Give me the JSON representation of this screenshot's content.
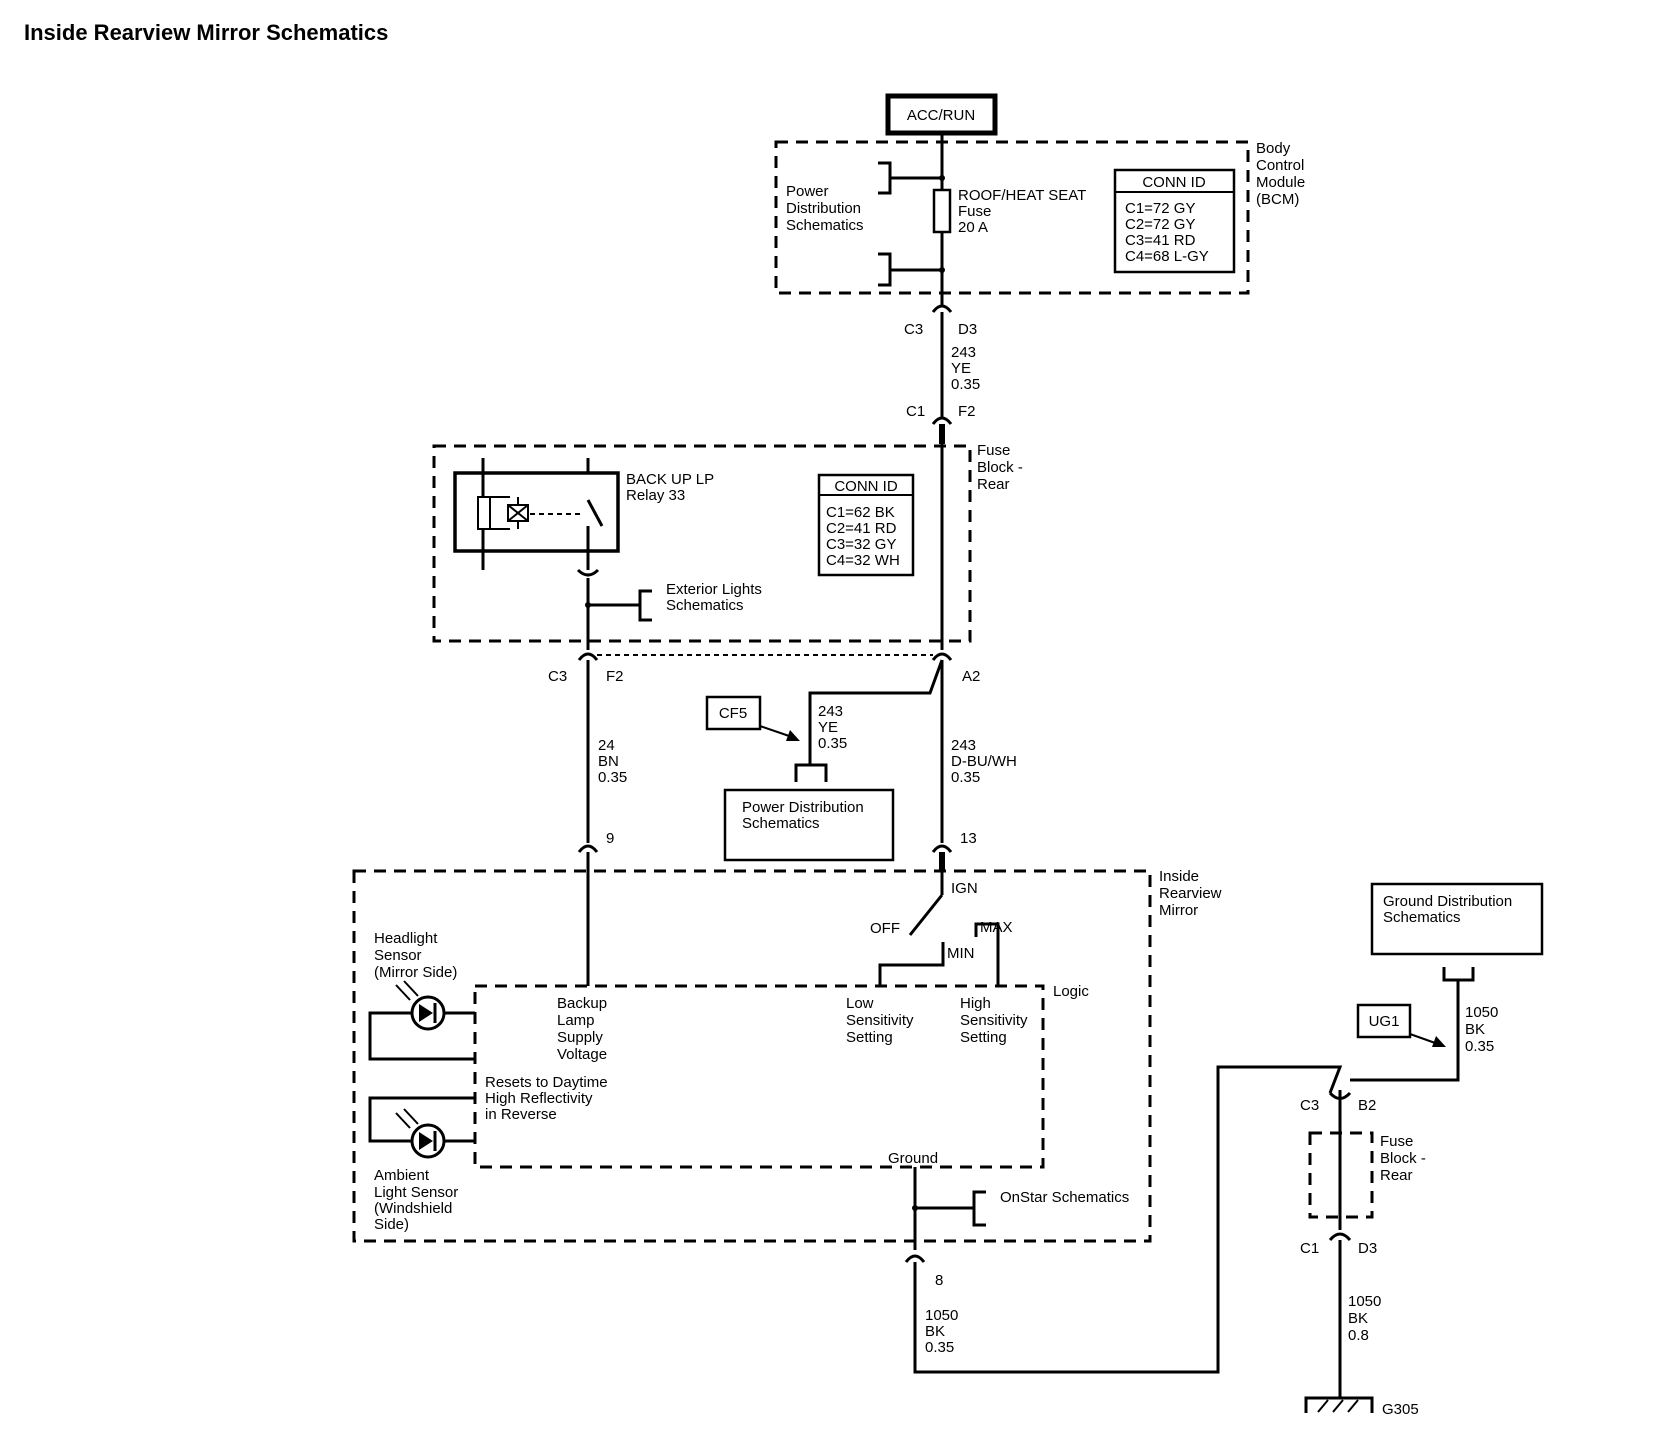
{
  "title": "Inside Rearview Mirror Schematics",
  "power_source": "ACC/RUN",
  "bcm": {
    "module_label": [
      "Body",
      "Control",
      "Module",
      "(BCM)"
    ],
    "power_dist_ref": [
      "Power",
      "Distribution",
      "Schematics"
    ],
    "fuse": [
      "ROOF/HEAT SEAT",
      "Fuse",
      "20 A"
    ],
    "conn_id_title": "CONN ID",
    "conn_ids": [
      "C1=72 GY",
      "C2=72 GY",
      "C3=41 RD",
      "C4=68 L-GY"
    ],
    "connector_left": "C3",
    "connector_right": "D3"
  },
  "wire_243_ye_top": [
    "243",
    "YE",
    "0.35"
  ],
  "fuse_block_top_conn": {
    "left": "C1",
    "right": "F2"
  },
  "fuse_block_rear": {
    "label": [
      "Fuse",
      "Block -",
      "Rear"
    ],
    "relay": [
      "BACK UP LP",
      "Relay 33"
    ],
    "conn_id_title": "CONN ID",
    "conn_ids": [
      "C1=62 BK",
      "C2=41 RD",
      "C3=32 GY",
      "C4=32 WH"
    ],
    "exterior_ref": [
      "Exterior Lights",
      "Schematics"
    ],
    "out_left_conn": {
      "left": "C3",
      "right": "F2"
    },
    "out_right_conn": "A2"
  },
  "splice": "CF5",
  "wire_243_ye_mid": [
    "243",
    "YE",
    "0.35"
  ],
  "power_dist_box": [
    "Power Distribution",
    "Schematics"
  ],
  "wire_24_bn": [
    "24",
    "BN",
    "0.35"
  ],
  "wire_243_dbu": [
    "243",
    "D-BU/WH",
    "0.35"
  ],
  "mirror": {
    "label": [
      "Inside",
      "Rearview",
      "Mirror"
    ],
    "pin_left": "9",
    "pin_right": "13",
    "pin_ground": "8",
    "ign": "IGN",
    "off": "OFF",
    "max": "MAX",
    "min": "MIN",
    "logic": "Logic",
    "headlight_sensor": [
      "Headlight",
      "Sensor",
      "(Mirror Side)"
    ],
    "ambient_sensor": [
      "Ambient",
      "Light Sensor",
      "(Windshield",
      "Side)"
    ],
    "backup_supply": [
      "Backup",
      "Lamp",
      "Supply",
      "Voltage"
    ],
    "low_sens": [
      "Low",
      "Sensitivity",
      "Setting"
    ],
    "high_sens": [
      "High",
      "Sensitivity",
      "Setting"
    ],
    "resets": [
      "Resets to Daytime",
      "High Reflectivity",
      "in Reverse"
    ],
    "ground": "Ground",
    "onstar_ref": "OnStar Schematics"
  },
  "wire_1050_bk_mirror": [
    "1050",
    "BK",
    "0.35"
  ],
  "ground_dist_box": [
    "Ground Distribution",
    "Schematics"
  ],
  "splice_ug": "UG1",
  "wire_1050_bk_right": [
    "1050",
    "BK",
    "0.35"
  ],
  "fuse_block_rear_2": {
    "label": [
      "Fuse",
      "Block -",
      "Rear"
    ],
    "top_conn": {
      "left": "C3",
      "right": "B2"
    },
    "bottom_conn": {
      "left": "C1",
      "right": "D3"
    }
  },
  "wire_1050_bk_ground": [
    "1050",
    "BK",
    "0.8"
  ],
  "ground_point": "G305"
}
